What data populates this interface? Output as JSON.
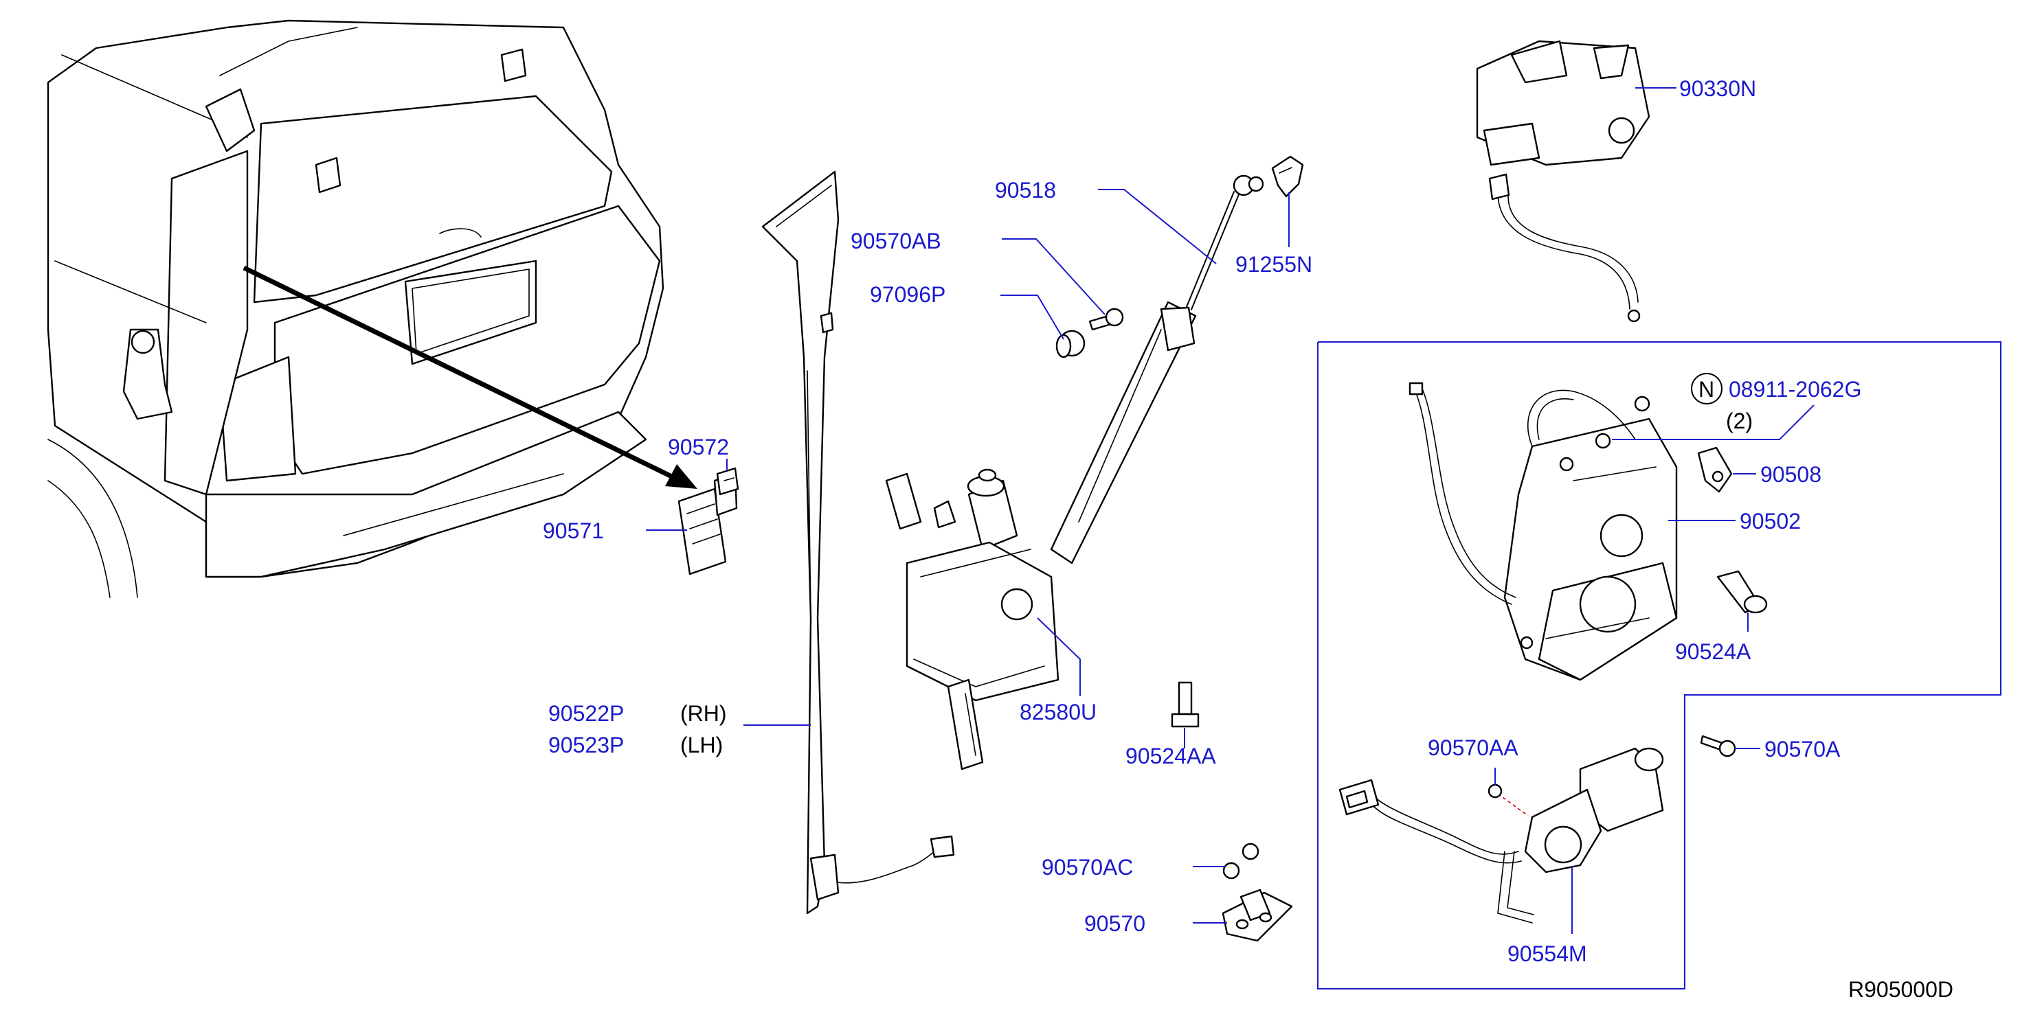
{
  "labels": {
    "p90330N": "90330N",
    "p90518": "90518",
    "p90570AB": "90570AB",
    "p97096P": "97096P",
    "p91255N": "91255N",
    "p90572": "90572",
    "p90571": "90571",
    "p08911": "08911-2062G",
    "p08911_qty": "(2)",
    "circleN": "N",
    "p90508": "90508",
    "p90502": "90502",
    "p90524A": "90524A",
    "p90522P": "90522P",
    "p90522P_side": "(RH)",
    "p90523P": "90523P",
    "p90523P_side": "(LH)",
    "p82580U": "82580U",
    "p90524AA": "90524AA",
    "p90570AA": "90570AA",
    "p90570A": "90570A",
    "p90570AC": "90570AC",
    "p90570": "90570",
    "p90554M": "90554M",
    "diagramCode": "R905000D"
  },
  "colors": {
    "label": "#1a1acd",
    "ink": "#000000",
    "background": "#ffffff"
  }
}
